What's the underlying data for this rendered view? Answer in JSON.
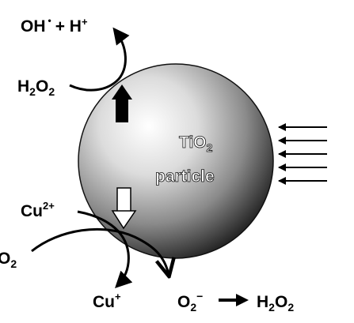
{
  "labels": {
    "top_product_species": "OH",
    "top_product_dot": "•",
    "top_product_plus": "+ H",
    "top_product_charge": "+",
    "h2o2_left_main": "H",
    "h2o2_left_sub1": "2",
    "h2o2_left_mid": "O",
    "h2o2_left_sub2": "2",
    "particle_line1_main": "TiO",
    "particle_line1_sub": "2",
    "particle_line2": "particle",
    "cu2_main": "Cu",
    "cu2_charge": "2+",
    "o2_left_main": "O",
    "o2_left_sub": "2",
    "cu1_main": "Cu",
    "cu1_charge": "+",
    "superoxide_main": "O",
    "superoxide_sub": "2",
    "superoxide_charge": "−",
    "h2o2_right_main": "H",
    "h2o2_right_sub1": "2",
    "h2o2_right_mid": "O",
    "h2o2_right_sub2": "2"
  },
  "colors": {
    "sphere_highlight": "#ffffff",
    "sphere_mid": "#b5b5b5",
    "sphere_shadow": "#2a2a2a",
    "line": "#000000"
  }
}
